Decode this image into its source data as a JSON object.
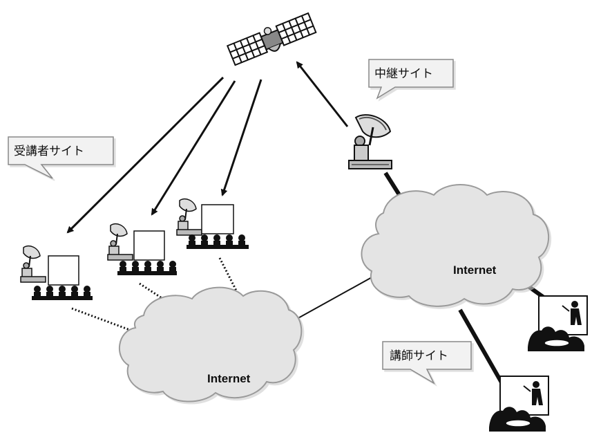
{
  "callouts": {
    "relay_site": "中継サイト",
    "receiver_site": "受講者サイト",
    "instructor_site": "講師サイト"
  },
  "clouds": {
    "upper_label": "Internet",
    "lower_label": "Internet"
  },
  "colors": {
    "background": "#ffffff",
    "cloud_fill": "#e4e4e4",
    "cloud_stroke": "#9a9a9a",
    "callout_fill": "#f2f2f2",
    "line": "#111111"
  }
}
